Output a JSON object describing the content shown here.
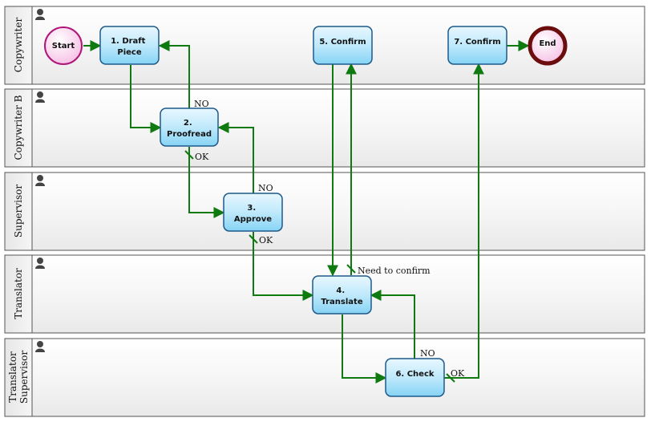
{
  "lanes": [
    {
      "id": "copywriter",
      "label": [
        "Copywriter"
      ]
    },
    {
      "id": "copywriter-b",
      "label": [
        "Copywriter B"
      ]
    },
    {
      "id": "supervisor",
      "label": [
        "Supervisor"
      ]
    },
    {
      "id": "translator",
      "label": [
        "Translator"
      ]
    },
    {
      "id": "translator-supervisor",
      "label": [
        "Translator",
        "Supervisor"
      ]
    }
  ],
  "events": {
    "start": {
      "label": "Start"
    },
    "end": {
      "label": "End"
    }
  },
  "tasks": {
    "draft": {
      "lines": [
        "1. Draft",
        "Piece"
      ]
    },
    "proofread": {
      "lines": [
        "2.",
        "Proofread"
      ]
    },
    "approve": {
      "lines": [
        "3.",
        "Approve"
      ]
    },
    "translate": {
      "lines": [
        "4.",
        "Translate"
      ]
    },
    "confirm5": {
      "lines": [
        "5. Confirm"
      ]
    },
    "check": {
      "lines": [
        "6. Check"
      ]
    },
    "confirm7": {
      "lines": [
        "7. Confirm"
      ]
    }
  },
  "edge_labels": {
    "proofread_no": "NO",
    "proofread_ok": "OK",
    "approve_no": "NO",
    "approve_ok": "OK",
    "translate_need": "Need to confirm",
    "check_no": "NO",
    "check_ok": "OK"
  },
  "colors": {
    "edge": "#0f7a0f",
    "task_fill_top": "#e8f7ff",
    "task_fill_bottom": "#86d3f5",
    "task_border": "#1d5a8a",
    "start_fill": "#fbd3ee",
    "start_border": "#b0167a",
    "end_fill": "#fbd3ee",
    "end_border": "#6b0d0d",
    "lane_border": "#555555"
  }
}
